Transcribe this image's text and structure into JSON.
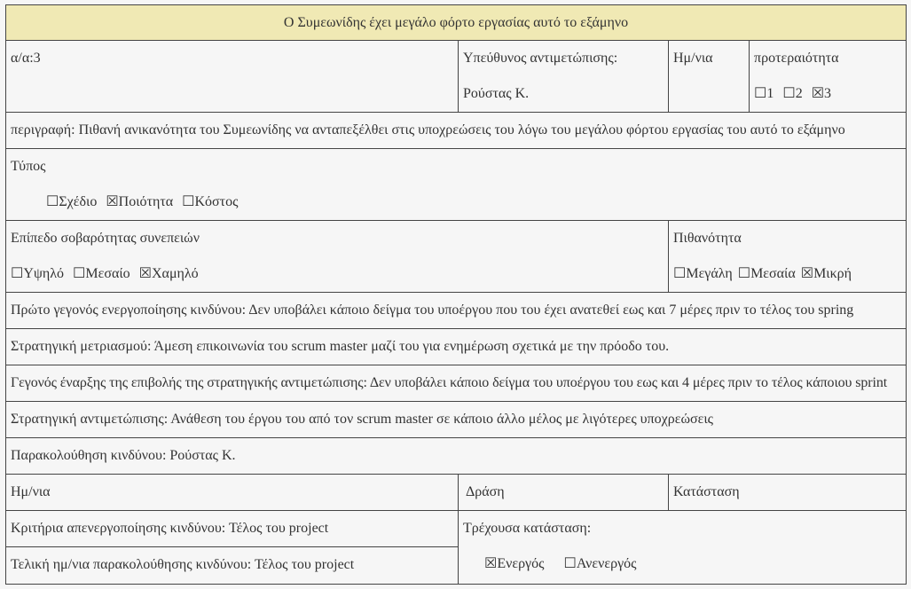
{
  "title": "Ο Συμεωνίδης έχει μεγάλο φόρτο εργασίας αυτό το εξάμηνο",
  "header_row": {
    "aa": "α/α:3",
    "responsible_label": "Υπεύθυνος αντιμετώπισης:",
    "responsible_value": "Ρούστας Κ.",
    "date_label": "Ημ/νια",
    "priority_label": "προτεραιότητα",
    "priority_options": [
      {
        "mark": "☐",
        "label": "1"
      },
      {
        "mark": "☐",
        "label": "2"
      },
      {
        "mark": "☒",
        "label": "3"
      }
    ]
  },
  "description": "περιγραφή: Πιθανή ανικανότητα του Συμεωνίδης να ανταπεξέλθει στις υποχρεώσεις του λόγω του μεγάλου φόρτου εργασίας του αυτό το εξάμηνο",
  "type": {
    "label": "Τύπος",
    "options": [
      {
        "mark": "☐",
        "label": "Σχέδιο"
      },
      {
        "mark": "☒",
        "label": "Ποιότητα"
      },
      {
        "mark": "☐",
        "label": "Κόστος"
      }
    ]
  },
  "severity": {
    "label": "Επίπεδο σοβαρότητας συνεπειών",
    "options": [
      {
        "mark": "☐",
        "label": "Υψηλό"
      },
      {
        "mark": "☐",
        "label": "Μεσαίο"
      },
      {
        "mark": "☒",
        "label": "Χαμηλό"
      }
    ]
  },
  "probability": {
    "label": "Πιθανότητα",
    "options": [
      {
        "mark": "☐",
        "label": "Μεγάλη"
      },
      {
        "mark": "☐",
        "label": "Μεσαία"
      },
      {
        "mark": "☒",
        "label": "Μικρή"
      }
    ]
  },
  "first_trigger": "Πρώτο γεγονός ενεργοποίησης κινδύνου: Δεν υποβάλει κάποιο δείγμα του υποέργου που του έχει ανατεθεί εως και 7 μέρες πριν το τέλος του spring",
  "mitigation": "Στρατηγική μετριασμού: Άμεση επικοινωνία του scrum master μαζί του για ενημέρωση σχετικά με την πρόοδο του.",
  "response_trigger": "Γεγονός έναρξης της επιβολής της στρατηγικής αντιμετώπισης: Δεν υποβάλει κάποιο δείγμα του υποέργου του εως και 4 μέρες πριν το τέλος κάποιου sprint",
  "response_strategy": "Στρατηγική αντιμετώπισης: Ανάθεση του έργου του από τον scrum master σε κάποιο άλλο μέλος με λιγότερες υποχρεώσεις",
  "monitoring": "Παρακολούθηση κινδύνου: Ρούστας Κ.",
  "log_header": {
    "date": "Ημ/νια",
    "action": "Δράση",
    "status": "Κατάσταση"
  },
  "deactivation_criteria": "Κριτήρια απενεργοποίησης κινδύνου: Τέλος του project",
  "final_date": "Τελική ημ/νια παρακολούθησης κινδύνου: Τέλος του project",
  "current_status": {
    "label": "Τρέχουσα κατάσταση:",
    "options": [
      {
        "mark": "☒",
        "label": "Ενεργός"
      },
      {
        "mark": "☐",
        "label": "Ανενεργός"
      }
    ]
  }
}
